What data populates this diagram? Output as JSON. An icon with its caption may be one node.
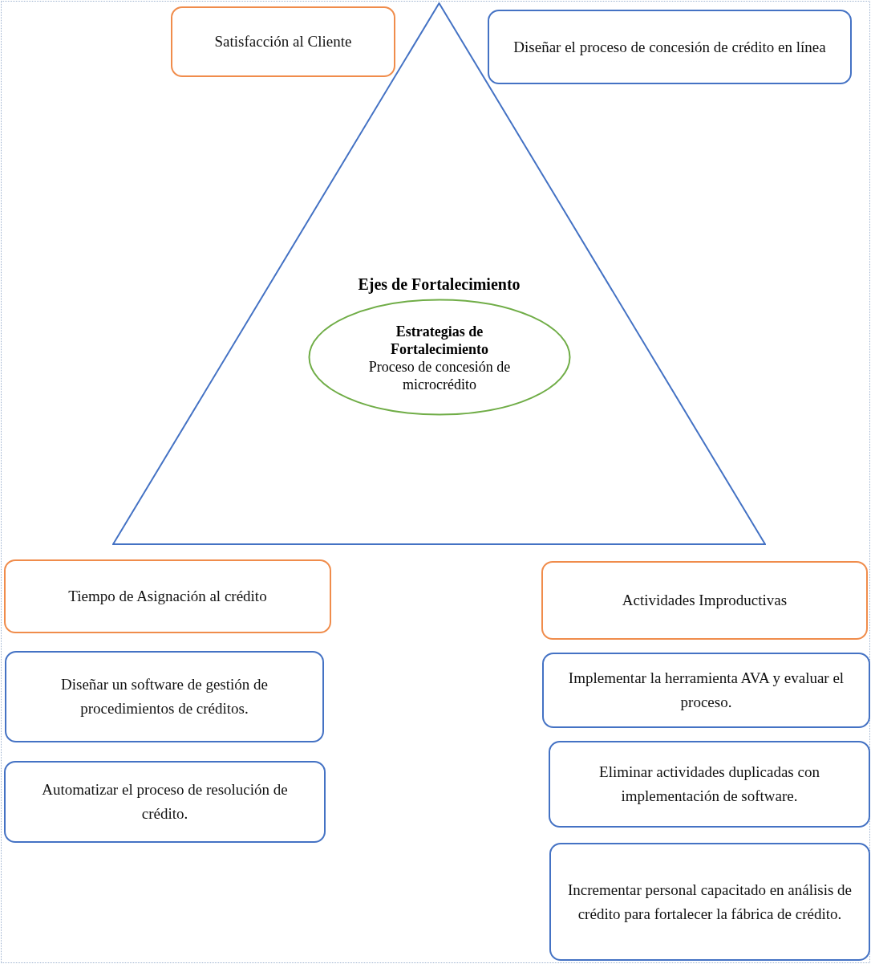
{
  "diagram": {
    "nodes": [
      {
        "text": [
          "Satisfacción al Cliente"
        ]
      },
      {
        "text": [
          "Diseñar el proceso de concesión de crédito en línea"
        ]
      },
      {
        "text": [
          "Ejes de Fortalecimiento"
        ]
      },
      {
        "text": [
          "Estrategias de Fortalecimiento",
          "Proceso de concesión de microcrédito"
        ],
        "in": 2
      },
      {
        "text": [
          "Tiempo de Asignación al crédito"
        ]
      },
      {
        "text": [
          "Actividades Improductivas"
        ]
      },
      {
        "text": [
          "Diseñar un software de gestión de procedimientos de créditos."
        ]
      },
      {
        "text": [
          "Implementar la herramienta AVA y evaluar el proceso."
        ]
      },
      {
        "text": [
          "Automatizar el proceso de resolución de crédito."
        ]
      },
      {
        "text": [
          "Eliminar actividades duplicadas con implementación de software."
        ]
      },
      {
        "text": [
          "Incrementar personal capacitado en análisis de crédito para fortalecer la fábrica de crédito."
        ]
      }
    ],
    "edges": []
  }
}
